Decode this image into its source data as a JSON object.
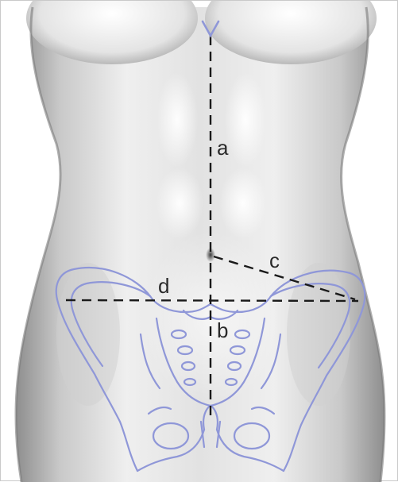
{
  "figure": {
    "labels": {
      "a": "a",
      "b": "b",
      "c": "c",
      "d": "d"
    },
    "colors": {
      "background": "#ffffff",
      "skin_light": "#ededed",
      "skin_shadow": "#9a9a9a",
      "pelvis_outline": "#8f97d8",
      "measurement_line": "#1a1a1a"
    }
  }
}
